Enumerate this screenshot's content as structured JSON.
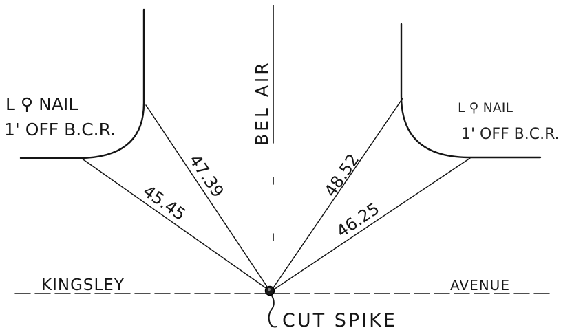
{
  "labels": {
    "left_marker_line1": "L ⚲ NAIL",
    "left_marker_line2": "1' OFF B.C.R.",
    "right_marker_line1": "L ⚲ NAIL",
    "right_marker_line2": "1' OFF B.C.R.",
    "street_vertical": "BEL AIR",
    "street_left": "KINGSLEY",
    "street_right": "AVENUE",
    "point_label": "CUT SPIKE"
  },
  "measurements": {
    "left_outer": "45.45",
    "left_inner": "47.39",
    "right_inner": "48.52",
    "right_outer": "46.25"
  },
  "colors": {
    "ink": "#151515",
    "paper": "#ffffff"
  }
}
